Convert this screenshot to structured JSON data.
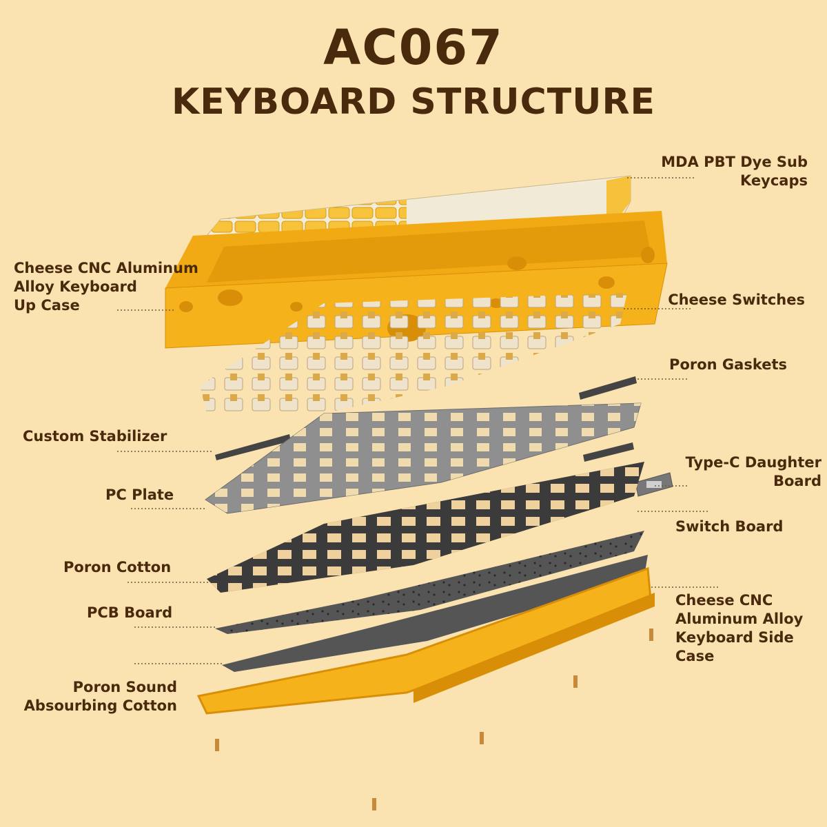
{
  "title": "AC067",
  "subtitle": "KEYBOARD STRUCTURE",
  "labels": {
    "keycaps": "MDA PBT Dye Sub\nKeycaps",
    "up_case": "Cheese CNC Aluminum\nAlloy Keyboard\nUp Case",
    "switches": "Cheese Switches",
    "gaskets": "Poron Gaskets",
    "stabilizer": "Custom  Stabilizer",
    "daughter_board": "Type-C Daughter\nBoard",
    "pc_plate": "PC Plate",
    "switch_board": "Switch Board",
    "poron_cotton": "Poron Cotton",
    "pcb_board": "PCB Board",
    "side_case": "Cheese CNC\nAluminum Alloy\nKeyboard Side\nCase",
    "sound_cotton": "Poron Sound\nAbsourbing Cotton"
  },
  "colors": {
    "background": "#fbe3b1",
    "text": "#4a2a0c",
    "cheese": "#f6b21b",
    "cheese_dark": "#d98e08",
    "keycap_white": "#f3ecd9",
    "plate_gray": "#8f8f8f",
    "board_dark": "#3b3b3b"
  }
}
